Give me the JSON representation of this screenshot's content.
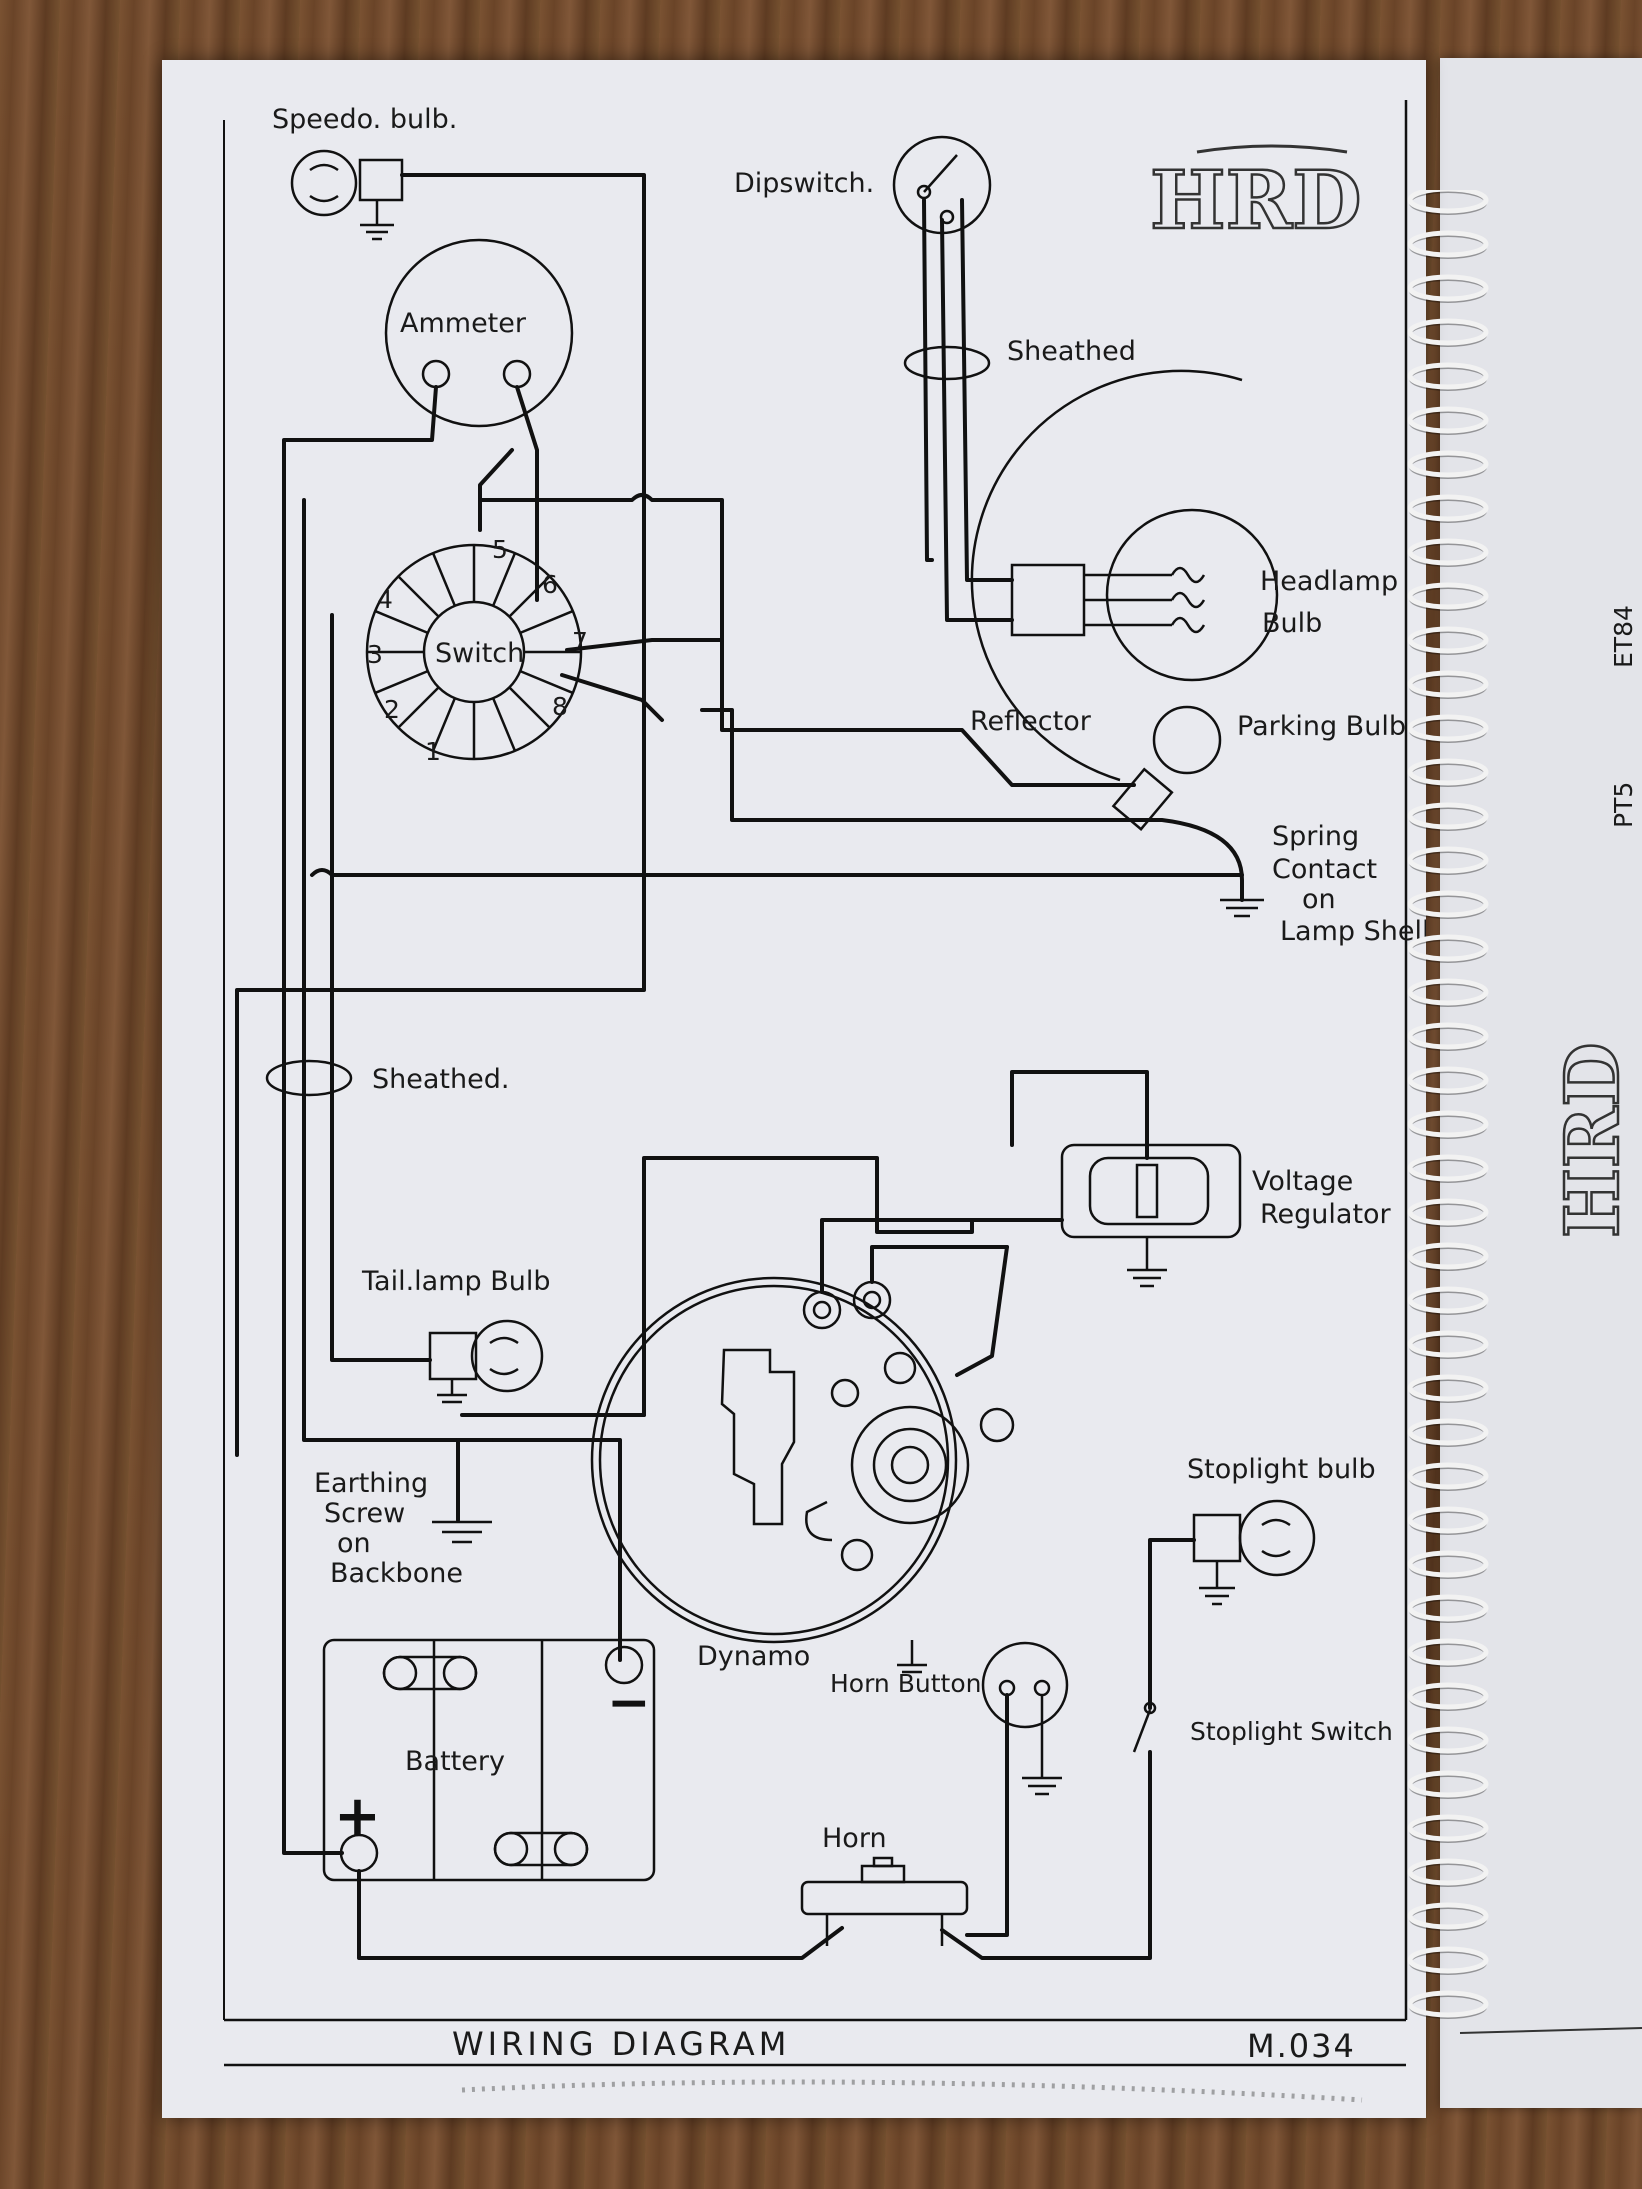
{
  "diagram": {
    "title": "WIRING DIAGRAM",
    "ref": "M.034",
    "logo_text": "HRD",
    "labels": {
      "speedo_bulb": "Speedo. bulb.",
      "dipswitch": "Dipswitch.",
      "ammeter": "Ammeter",
      "sheathed_top": "Sheathed",
      "headlamp_1": "Headlamp",
      "headlamp_2": "Bulb",
      "switch": "Switch",
      "reflector": "Reflector",
      "parking_bulb": "Parking Bulb",
      "spring_1": "Spring",
      "spring_2": "Contact",
      "spring_3": "on",
      "spring_4": "Lamp Shell",
      "sheathed_left": "Sheathed.",
      "voltage_1": "Voltage",
      "voltage_2": "Regulator",
      "tail_lamp": "Tail.lamp Bulb",
      "earthing_1": "Earthing",
      "earthing_2": "Screw",
      "earthing_3": "on",
      "earthing_4": "Backbone",
      "stoplight_bulb": "Stoplight bulb",
      "dynamo": "Dynamo",
      "horn_button": "Horn Button",
      "stoplight_switch": "Stoplight Switch",
      "battery": "Battery",
      "battery_minus": "−",
      "battery_plus": "+",
      "horn": "Horn"
    },
    "switch_positions": [
      "1",
      "2",
      "3",
      "4",
      "5",
      "6",
      "7",
      "8"
    ],
    "back_page_text": [
      "PT5",
      "ET84"
    ]
  },
  "colors": {
    "paper": "#e9eaef",
    "ink": "#111111",
    "wood": "#6e4a2c"
  }
}
